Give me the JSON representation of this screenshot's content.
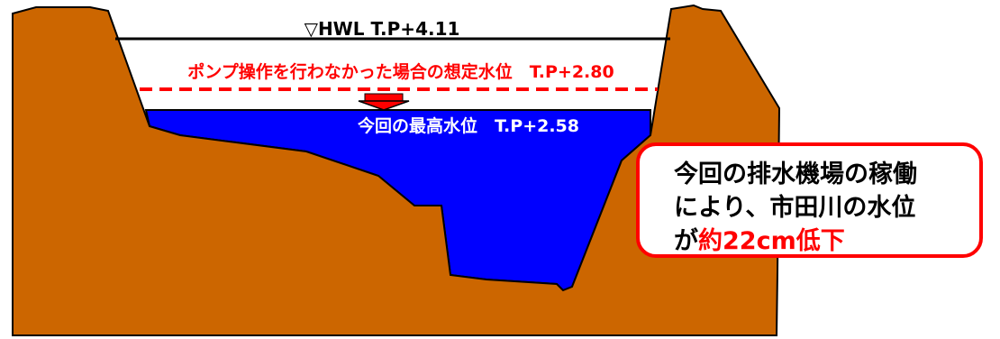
{
  "colors": {
    "earth": "#cc6600",
    "water": "#0000ff",
    "outline": "#000000",
    "assumed_level": "#ff0000",
    "callout_border": "#ff0000",
    "highlight_text": "#ff0000"
  },
  "labels": {
    "hwl": "▽HWL T.P+4.11",
    "assumed_level": "ポンプ操作を行わなかった場合の想定水位　T.P+2.80",
    "max_level": "今回の最高水位　T.P+2.58"
  },
  "callout": {
    "line1": "今回の排水機場の稼働",
    "line2": "により、市田川の水位",
    "line3_prefix": "が",
    "line3_highlight": "約22cm低下"
  },
  "icons": {
    "drop_arrow": "down-arrow-icon"
  }
}
